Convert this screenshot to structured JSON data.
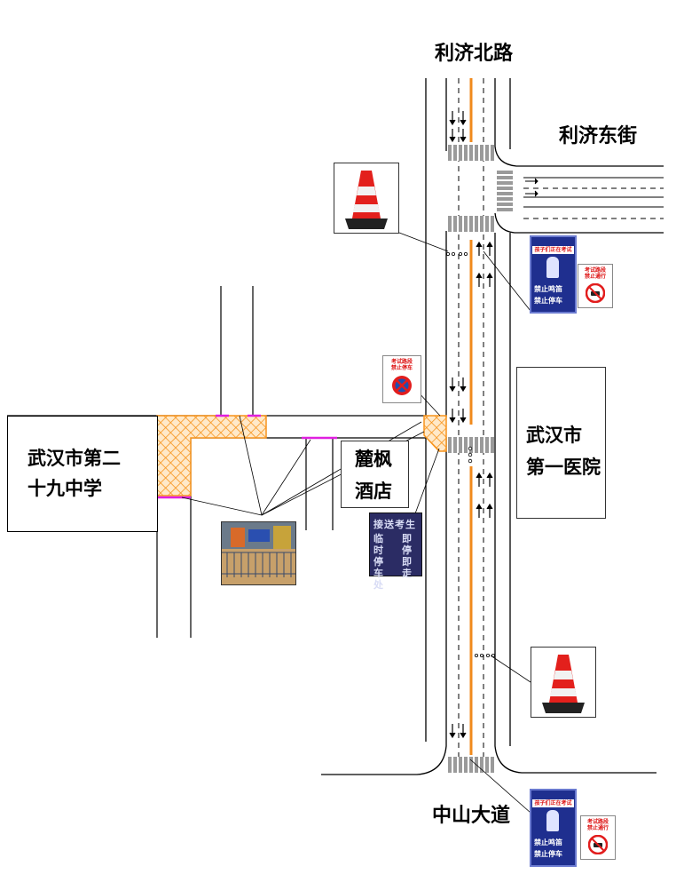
{
  "roads": {
    "north": "利济北路",
    "east": "利济东街",
    "south": "中山大道"
  },
  "buildings": {
    "school": "武汉市第二\n十九中学",
    "hotel": "麓枫\n酒店",
    "hospital": "武汉市\n第一医院"
  },
  "signs": {
    "exam_no_parking": "考试路段\n禁止停车",
    "exam_no_entry": "考试路段\n禁止通行",
    "kids_exam": {
      "top": "孩子们正在考试",
      "row1": "禁止鸣笛",
      "row2": "禁止停车"
    },
    "pickup_board": [
      "接送考生",
      "临时停车处",
      "即停即走"
    ]
  },
  "colors": {
    "road_edge": "#000000",
    "center_line": "#f08a1c",
    "barrier_zone": "#f7941d",
    "magenta_mark": "#e020e0",
    "sign_blue": "#1f2f8f",
    "sign_red": "#e21d1d",
    "pickup_bg": "#2b2c64"
  },
  "icons": [
    "traffic-cone-icon",
    "fence-photo",
    "no-parking-icon",
    "no-entry-icon",
    "no-horn-icon"
  ]
}
